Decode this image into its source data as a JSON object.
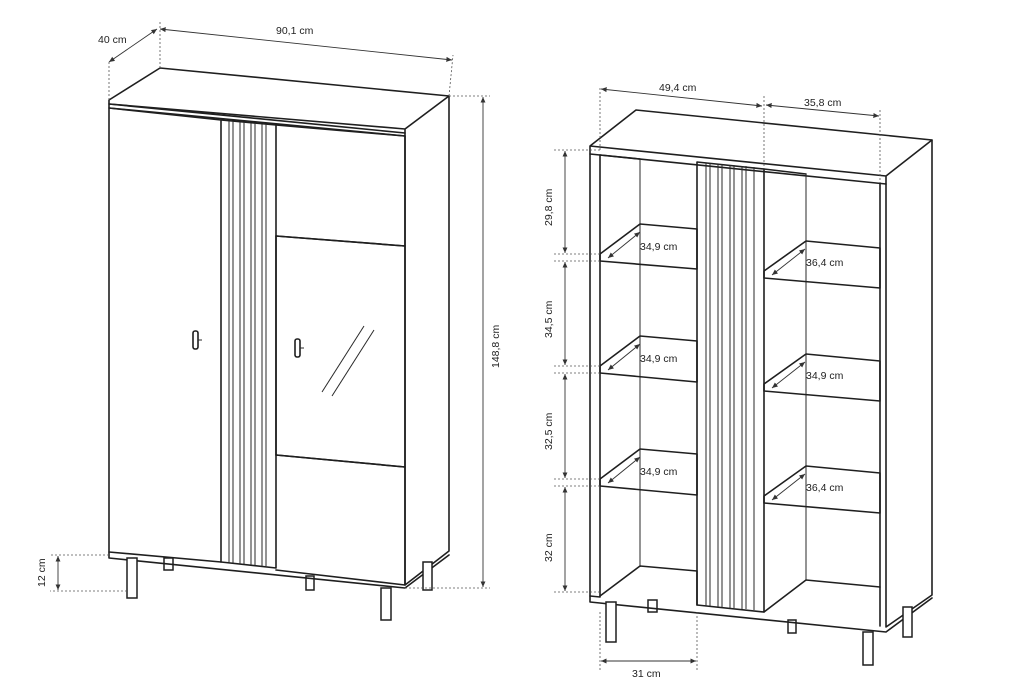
{
  "dimensions": {
    "depth": "40 cm",
    "width": "90,1 cm",
    "leg_height": "12 cm",
    "total_height": "148,8 cm",
    "left_section_width": "49,4 cm",
    "right_section_width": "35,8 cm",
    "bottom_width": "31 cm",
    "compartment_heights": [
      "29,8 cm",
      "34,5 cm",
      "32,5 cm",
      "32 cm"
    ],
    "left_shelf_depths": [
      "34,9 cm",
      "34,9 cm",
      "34,9 cm"
    ],
    "right_shelf_depths": [
      "36,4 cm",
      "34,9 cm",
      "36,4 cm"
    ]
  },
  "colors": {
    "line": "#1f1f1f",
    "background": "#ffffff"
  }
}
